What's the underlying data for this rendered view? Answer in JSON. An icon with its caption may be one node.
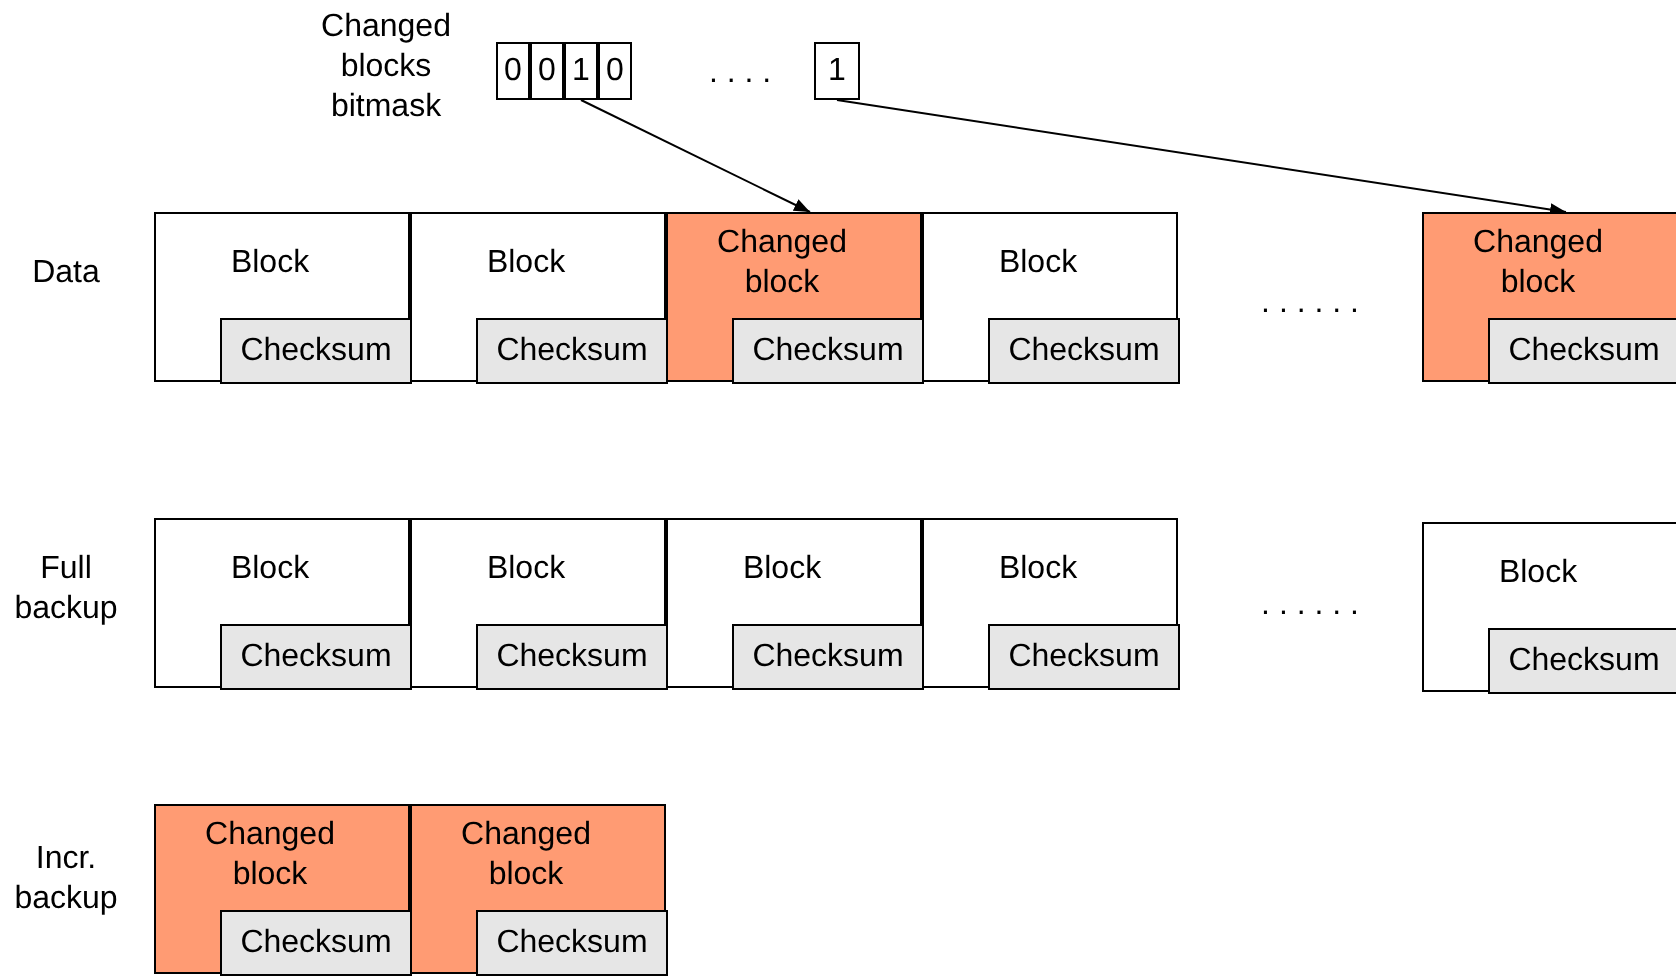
{
  "diagram": {
    "nodes": [
      {
        "text": [
          "0"
        ]
      },
      {
        "text": [
          "0"
        ]
      },
      {
        "text": [
          "1"
        ]
      },
      {
        "text": [
          "0"
        ]
      },
      {
        "text": [
          "1"
        ]
      },
      {
        "text": [
          "Block"
        ]
      },
      {
        "text": [
          "Checksum"
        ],
        "in": 5
      },
      {
        "text": [
          "Block"
        ]
      },
      {
        "text": [
          "Checksum"
        ],
        "in": 7
      },
      {
        "text": [
          "Changed block"
        ]
      },
      {
        "text": [
          "Checksum"
        ],
        "in": 9
      },
      {
        "text": [
          "Block"
        ]
      },
      {
        "text": [
          "Checksum"
        ],
        "in": 11
      },
      {
        "text": [
          "Changed block"
        ]
      },
      {
        "text": [
          "Checksum"
        ],
        "in": 13
      },
      {
        "text": [
          "Block"
        ]
      },
      {
        "text": [
          "Checksum"
        ],
        "in": 15
      },
      {
        "text": [
          "Block"
        ]
      },
      {
        "text": [
          "Checksum"
        ],
        "in": 17
      },
      {
        "text": [
          "Block"
        ]
      },
      {
        "text": [
          "Checksum"
        ],
        "in": 19
      },
      {
        "text": [
          "Block"
        ]
      },
      {
        "text": [
          "Checksum"
        ],
        "in": 21
      },
      {
        "text": [
          "Block"
        ]
      },
      {
        "text": [
          "Checksum"
        ],
        "in": 23
      },
      {
        "text": [
          "Changed block"
        ]
      },
      {
        "text": [
          "Checksum"
        ],
        "in": 25
      },
      {
        "text": [
          "Changed block"
        ]
      },
      {
        "text": [
          "Checksum"
        ],
        "in": 27
      }
    ],
    "edges": [
      {
        "from": 2,
        "to": 9,
        "arrow": "to"
      },
      {
        "from": 4,
        "to": 13,
        "arrow": "to"
      }
    ],
    "labels": [
      "Changed blocks bitmask",
      ". . . .",
      "Data",
      ". . . . . .",
      "Full backup",
      ". . . . . .",
      "Incr. backup"
    ]
  }
}
